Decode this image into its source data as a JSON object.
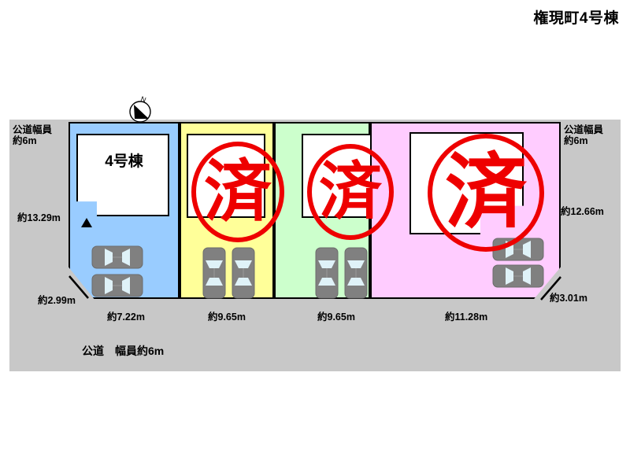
{
  "title": "権現町4号棟",
  "map": {
    "background_color": "#c8c8c8",
    "road_label_bottom": "公道　幅員約6m",
    "compass": {
      "north_label": "N"
    }
  },
  "dimensions": {
    "left_road": "公道幅員\n約6m",
    "left_road_line1": "公道幅員",
    "left_road_line2": "約6m",
    "left_depth": "約13.29m",
    "left_chamfer": "約2.99m",
    "right_road_line1": "公道幅員",
    "right_road_line2": "約6m",
    "right_depth": "約12.66m",
    "right_chamfer": "約3.01m",
    "bottom_widths": [
      "約7.22m",
      "約9.65m",
      "約9.65m",
      "約11.28m"
    ]
  },
  "lots": [
    {
      "id": "lot-1",
      "color": "#99ccff",
      "label": "4号棟",
      "status": "available",
      "status_label": "",
      "frontage": "約7.22m",
      "cars": 2,
      "car_layout": "stacked-horizontal",
      "building_shape": "L-shape",
      "entrance_marker": true
    },
    {
      "id": "lot-2",
      "color": "#ffff99",
      "label": "",
      "status": "sold",
      "status_label": "済",
      "frontage": "約9.65m",
      "cars": 2,
      "car_layout": "side-by-side-vertical",
      "building_shape": "rectangle",
      "entrance_marker": false
    },
    {
      "id": "lot-3",
      "color": "#ccffcc",
      "label": "",
      "status": "sold",
      "status_label": "済",
      "frontage": "約9.65m",
      "cars": 2,
      "car_layout": "side-by-side-vertical",
      "building_shape": "rectangle",
      "entrance_marker": false
    },
    {
      "id": "lot-4",
      "color": "#ffccff",
      "label": "",
      "status": "sold",
      "status_label": "済",
      "frontage": "約11.28m",
      "cars": 2,
      "car_layout": "stacked-horizontal",
      "building_shape": "L-shape",
      "entrance_marker": false
    }
  ],
  "colors": {
    "stamp_red": "#ee0000",
    "outline": "#000000",
    "building_fill": "#ffffff",
    "car_body": "#808080",
    "car_glass": "#dff2f8"
  }
}
